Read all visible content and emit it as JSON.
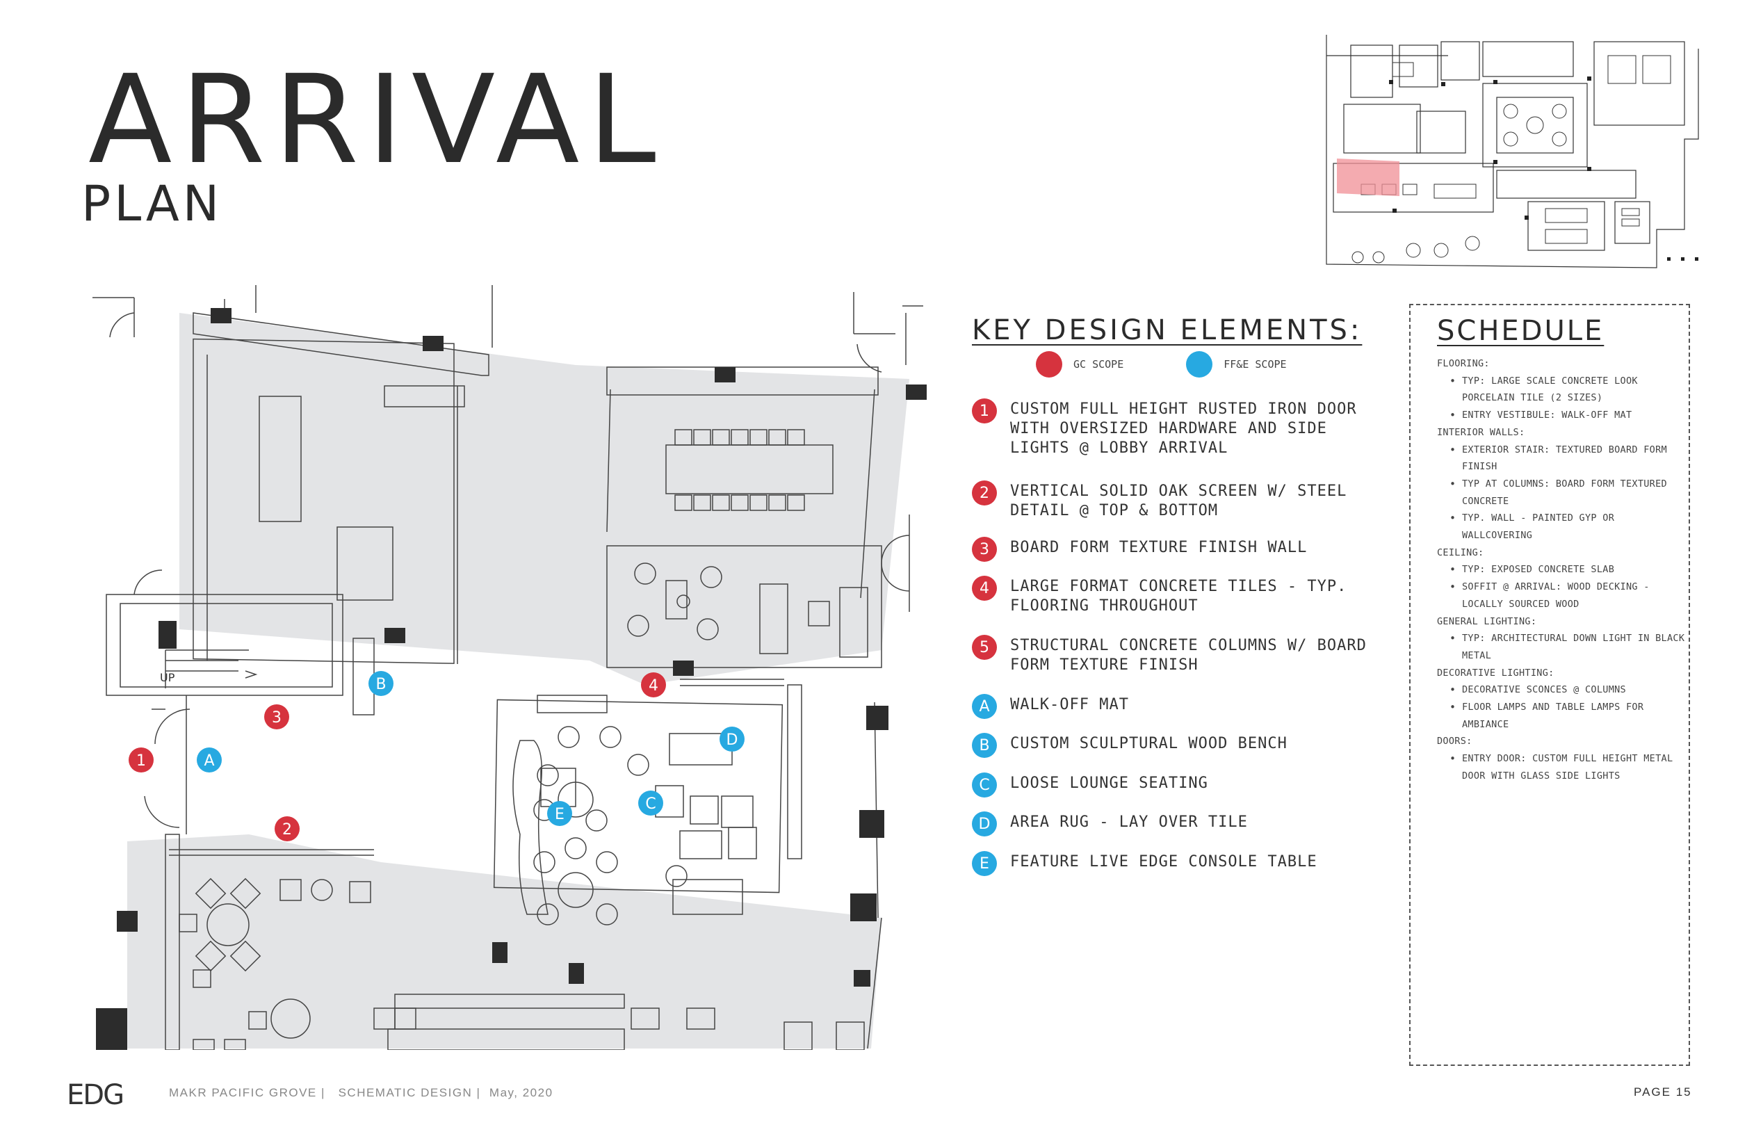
{
  "header": {
    "title": "ARRIVAL",
    "subtitle": "PLAN"
  },
  "key_design": {
    "heading": "KEY DESIGN ELEMENTS:",
    "legend": [
      {
        "label": "GC SCOPE",
        "color": "#d6333e"
      },
      {
        "label": "FF&E SCOPE",
        "color": "#27a9e1"
      }
    ],
    "items": [
      {
        "marker": "1",
        "scope": "gc",
        "text": "CUSTOM FULL HEIGHT RUSTED IRON DOOR WITH OVERSIZED HARDWARE AND SIDE LIGHTS @ LOBBY ARRIVAL"
      },
      {
        "marker": "2",
        "scope": "gc",
        "text": "VERTICAL SOLID OAK SCREEN W/ STEEL DETAIL @ TOP & BOTTOM"
      },
      {
        "marker": "3",
        "scope": "gc",
        "text": "BOARD FORM TEXTURE FINISH WALL"
      },
      {
        "marker": "4",
        "scope": "gc",
        "text": "LARGE FORMAT CONCRETE TILES - TYP. FLOORING THROUGHOUT"
      },
      {
        "marker": "5",
        "scope": "gc",
        "text": "STRUCTURAL CONCRETE COLUMNS W/ BOARD FORM TEXTURE FINISH"
      },
      {
        "marker": "A",
        "scope": "ffe",
        "text": "WALK-OFF MAT"
      },
      {
        "marker": "B",
        "scope": "ffe",
        "text": "CUSTOM SCULPTURAL WOOD BENCH"
      },
      {
        "marker": "C",
        "scope": "ffe",
        "text": "LOOSE LOUNGE SEATING"
      },
      {
        "marker": "D",
        "scope": "ffe",
        "text": "AREA RUG - LAY OVER TILE"
      },
      {
        "marker": "E",
        "scope": "ffe",
        "text": "FEATURE LIVE EDGE CONSOLE TABLE"
      }
    ]
  },
  "schedule": {
    "title": "SCHEDULE",
    "sections": [
      {
        "label": "FLOORING:",
        "items": [
          "TYP: LARGE SCALE CONCRETE LOOK PORCELAIN TILE (2 SIZES)",
          "ENTRY VESTIBULE: WALK-OFF MAT"
        ]
      },
      {
        "label": "INTERIOR WALLS:",
        "items": [
          "EXTERIOR STAIR: TEXTURED BOARD FORM FINISH",
          "TYP AT COLUMNS: BOARD FORM TEXTURED CONCRETE",
          "TYP. WALL - PAINTED GYP OR WALLCOVERING"
        ]
      },
      {
        "label": "CEILING:",
        "items": [
          "TYP: EXPOSED CONCRETE SLAB",
          "SOFFIT @ ARRIVAL: WOOD DECKING - LOCALLY SOURCED WOOD"
        ]
      },
      {
        "label": "GENERAL LIGHTING:",
        "items": [
          "TYP: ARCHITECTURAL DOWN LIGHT IN BLACK METAL"
        ]
      },
      {
        "label": "DECORATIVE LIGHTING:",
        "items": [
          "DECORATIVE SCONCES @ COLUMNS",
          "FLOOR LAMPS AND TABLE LAMPS FOR AMBIANCE"
        ]
      },
      {
        "label": "DOORS:",
        "items": [
          "ENTRY DOOR: CUSTOM FULL HEIGHT METAL DOOR WITH GLASS SIDE LIGHTS"
        ]
      }
    ]
  },
  "plan": {
    "stair_label": "UP",
    "callouts": [
      {
        "marker": "1",
        "scope": "gc"
      },
      {
        "marker": "2",
        "scope": "gc"
      },
      {
        "marker": "3",
        "scope": "gc"
      },
      {
        "marker": "4",
        "scope": "gc"
      },
      {
        "marker": "A",
        "scope": "ffe"
      },
      {
        "marker": "B",
        "scope": "ffe"
      },
      {
        "marker": "C",
        "scope": "ffe"
      },
      {
        "marker": "D",
        "scope": "ffe"
      },
      {
        "marker": "E",
        "scope": "ffe"
      }
    ]
  },
  "footer": {
    "logo": "EDG",
    "text": "MAKR PACIFIC GROVE |   SCHEMATIC DESIGN |  May, 2020",
    "page": "PAGE 15"
  }
}
